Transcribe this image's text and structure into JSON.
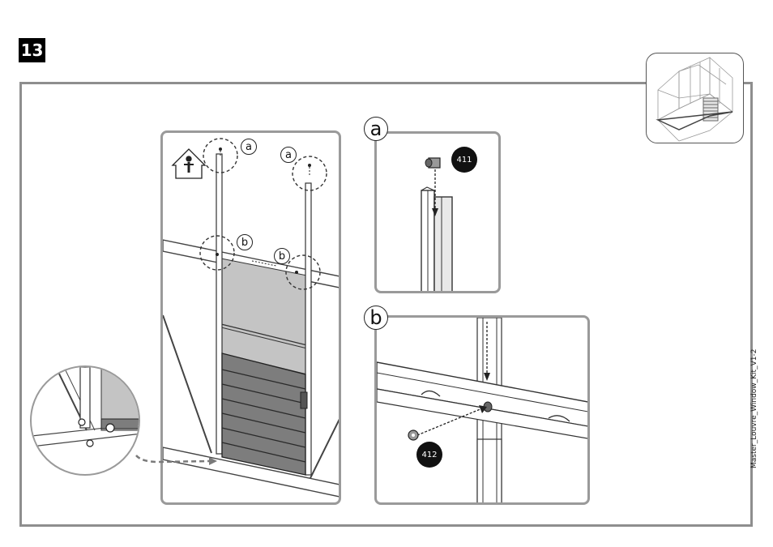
{
  "step": {
    "number": "13"
  },
  "detail_labels": {
    "a": "a",
    "b": "b"
  },
  "callouts": {
    "a1": "a",
    "a2": "a",
    "b1": "b",
    "b2": "b"
  },
  "parts": {
    "detail_a": "411",
    "detail_b": "412"
  },
  "document_ref": "Master_Louvre_Window_Kit_V1-2",
  "colors": {
    "frame": "#8e8e8e",
    "panel_border": "#9a9a9a",
    "louvre": "#7d7d7d",
    "glass": "#c4c4c4"
  }
}
